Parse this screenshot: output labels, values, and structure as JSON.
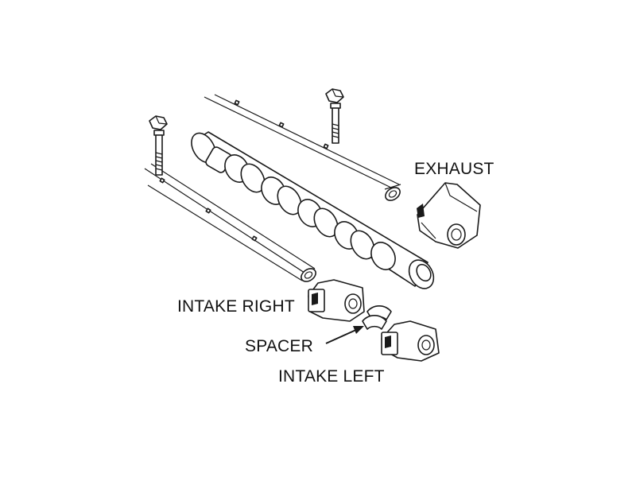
{
  "labels": {
    "exhaust": "EXHAUST",
    "intake_right": "INTAKE RIGHT",
    "spacer": "SPACER",
    "intake_left": "INTAKE LEFT"
  },
  "colors": {
    "background": "#ffffff",
    "line": "#1a1a1a"
  }
}
